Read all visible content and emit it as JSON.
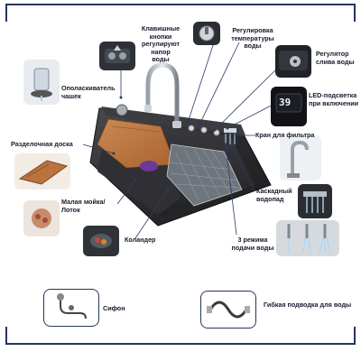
{
  "labels": {
    "buttons": "Клавишные\nкнопки\nрегулируют\nнапор\nводы",
    "temperature": "Регулировка\nтемпературы\nводы",
    "drain": "Регулятор\nслива воды",
    "cup_rinser": "Ополаскиватель\nчашек",
    "led": "LED-подсветка\nпри включении",
    "filter_tap": "Кран для фильтра",
    "cutting_board": "Разделочная доска",
    "cascade": "Каскадный\nводопад",
    "small_sink": "Малая мойка/\nЛоток",
    "colander": "Коландер",
    "modes": "3 режима\nподачи воды",
    "siphon": "Сифон",
    "hose": "Гибкая подводка для воды"
  },
  "led_display": "39",
  "colors": {
    "callout_line": "#2a3a66",
    "frame": "#26365c",
    "sink_body": "#2b2b2e",
    "board": "#b9733f"
  }
}
